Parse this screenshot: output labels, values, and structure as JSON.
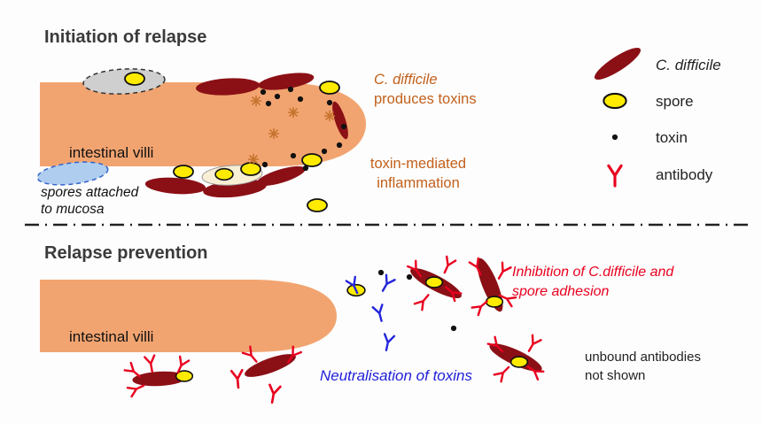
{
  "top": {
    "title": "Initiation of relapse",
    "villi_label": "intestinal villi",
    "spores_attached_line1": "spores attached",
    "spores_attached_line2": "to mucosa",
    "produces_toxins_line1": "C. difficile",
    "produces_toxins_line2": "produces toxins",
    "inflammation_line1": "toxin-mediated",
    "inflammation_line2": "inflammation"
  },
  "legend": {
    "cdiff_label": "C. difficile",
    "spore_label": "spore",
    "toxin_label": "toxin",
    "antibody_label": "antibody"
  },
  "bottom": {
    "title": "Relapse prevention",
    "villi_label": "intestinal villi",
    "inhibition_line1": "Inhibition of C.difficile and",
    "inhibition_line2": "spore adhesion",
    "neutralisation": "Neutralisation of toxins",
    "unbound_line1": "unbound antibodies",
    "unbound_line2": "not shown"
  },
  "icons": {
    "bacterium": "dark-red-ellipse",
    "spore": "yellow-oval-black-outline",
    "toxin": "black-dot",
    "antibody": "y-shape",
    "inflammation": "orange-burst"
  },
  "colors": {
    "villus": "#F2A470",
    "bacterium": "#8B1016",
    "spore_fill": "#FFEB00",
    "toxin": "#111111",
    "antibody_red": "#E8001F",
    "antibody_blue": "#2424DC",
    "orange_text": "#C2601B",
    "inflammation": "#C87430",
    "gray_highlight": "#CFCFCF",
    "blue_highlight": "#AFCDEE"
  }
}
